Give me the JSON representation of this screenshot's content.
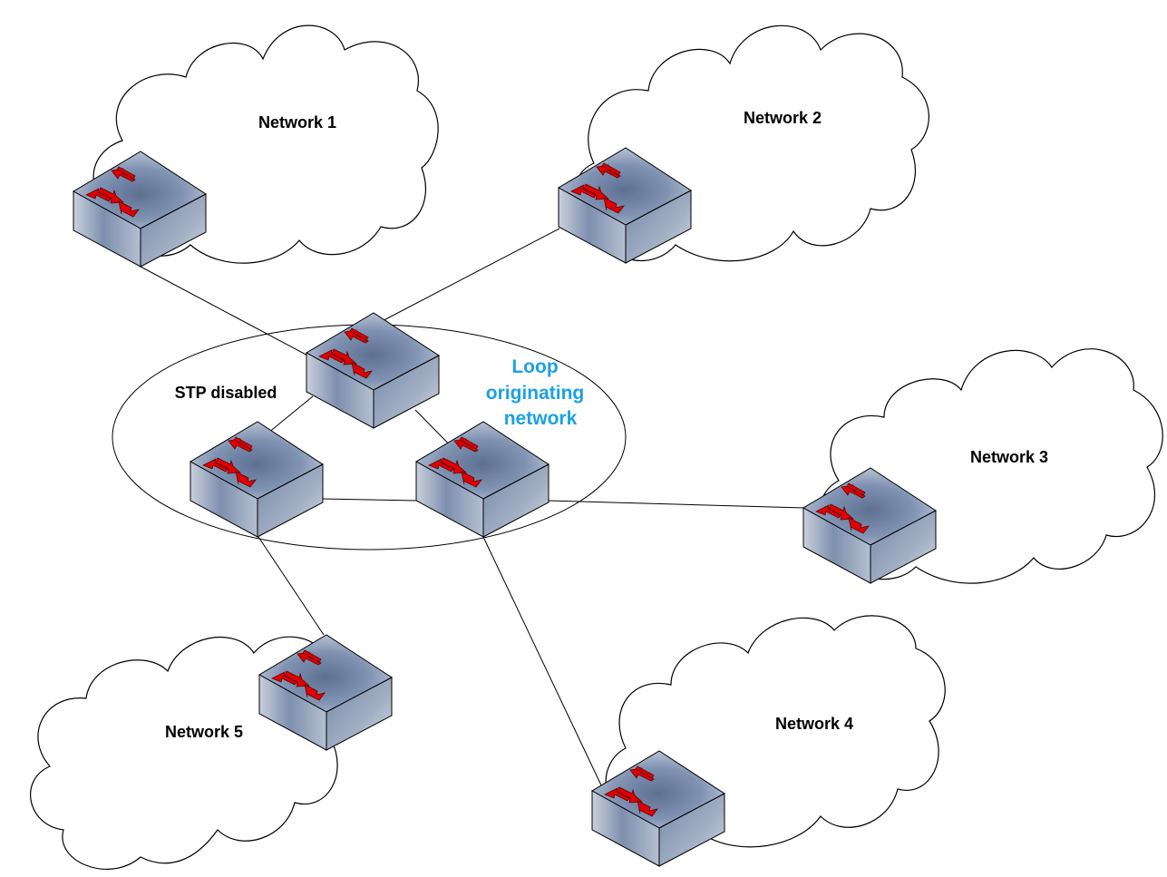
{
  "diagram": {
    "clouds": [
      {
        "id": "network-1",
        "label": "Network 1"
      },
      {
        "id": "network-2",
        "label": "Network 2"
      },
      {
        "id": "network-3",
        "label": "Network 3"
      },
      {
        "id": "network-4",
        "label": "Network 4"
      },
      {
        "id": "network-5",
        "label": "Network 5"
      }
    ],
    "loop_zone": {
      "stp_label": "STP disabled",
      "loop_label_lines": [
        "Loop",
        "originating",
        "network"
      ]
    },
    "switches": [
      {
        "id": "switch-network-1"
      },
      {
        "id": "switch-network-2"
      },
      {
        "id": "switch-network-3"
      },
      {
        "id": "switch-network-4"
      },
      {
        "id": "switch-network-5"
      },
      {
        "id": "switch-core-top"
      },
      {
        "id": "switch-core-left"
      },
      {
        "id": "switch-core-right"
      }
    ],
    "links": [
      {
        "from": "switch-network-1",
        "to": "switch-core-top"
      },
      {
        "from": "switch-network-2",
        "to": "switch-core-top"
      },
      {
        "from": "switch-core-top",
        "to": "switch-core-left"
      },
      {
        "from": "switch-core-top",
        "to": "switch-core-right"
      },
      {
        "from": "switch-core-left",
        "to": "switch-core-right"
      },
      {
        "from": "switch-core-right",
        "to": "switch-network-3"
      },
      {
        "from": "switch-core-right",
        "to": "switch-network-4"
      },
      {
        "from": "switch-core-left",
        "to": "switch-network-5"
      }
    ],
    "colors": {
      "switch_top": "#8e9fbd",
      "switch_side": "#aab4c6",
      "arrow": "#e00000",
      "loop_label": "#1ba1e2",
      "stroke": "#000000"
    }
  }
}
